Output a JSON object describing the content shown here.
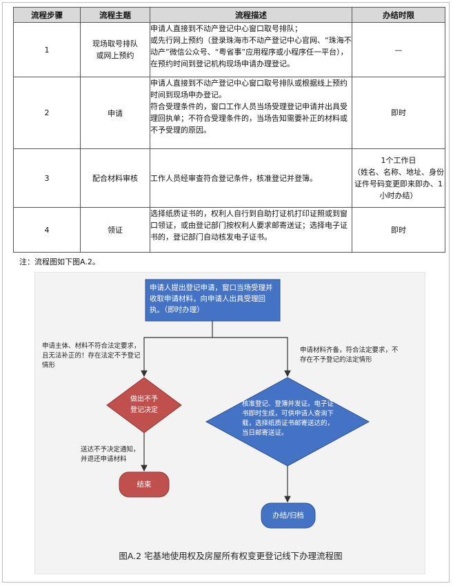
{
  "table": {
    "headers": [
      "流程步骤",
      "流程主题",
      "流程描述",
      "办结时限"
    ],
    "rows": [
      {
        "step": "1",
        "topic": "现场取号排队\n或网上预约",
        "desc": [
          "申请人直接到不动产登记中心窗口取号排队；",
          "或先行网上预约（登录珠海市不动产登记中心官网、“珠海不动产”微信公众号、“粤省事”应用程序或小程序任一平台），在预约时间到登记机构现场申请办理登记。"
        ],
        "time": "—"
      },
      {
        "step": "2",
        "topic": "申请",
        "desc": [
          "申请人直接到不动产登记中心窗口取号排队或根据线上预约时间到现场申办登记。",
          "符合受理条件的，窗口工作人员当场受理登记申请并出具受理回执单；不符合受理条件的，当场告知需要补正的材料或不予受理的原因。"
        ],
        "time": "即时"
      },
      {
        "step": "3",
        "topic": "配合材料审核",
        "desc": [
          "工作人员经审查符合登记条件，核准登记并登簿。"
        ],
        "time": "1个工作日\n（姓名、名称、地址、身份证件号码变更即来即办、1小时办结）"
      },
      {
        "step": "4",
        "topic": "领证",
        "desc": [
          "选择纸质证书的，权利人自行到自助打证机打印证照或到窗口领证，或由登记部门按权利人要求邮寄送证；选择电子证书的，登记部门自动核发电子证书。"
        ],
        "time": "即时"
      }
    ]
  },
  "note": "注：流程图如下图A.2。",
  "flowchart": {
    "start_box": "申请人提出登记申请，窗口当场受理并收取申请材料，向申请人出具受理回执。（即时办理）",
    "left_condition": "申请主体、材料不符合法定要求，且无法补正的！存在法定不予登记情形",
    "right_condition": "申请材料齐备，符合法定要求，不存在不予登记的法定情形",
    "reject_diamond": "做出不予登记决定",
    "approve_diamond": "核准登记、登簿并发证。电子证书即时生成，可供申请人查询下载，选择纸质证书邮寄送达的，当日邮寄送证。",
    "reject_note": "送达不予决定通知，并退还申请材料",
    "end_node": "结束",
    "finish_node": "办结/归档",
    "caption": "图A.2 宅基地使用权及房屋所有权变更登记线下办理流程图"
  },
  "colors": {
    "box_blue": "#4472c4",
    "diamond_red": "#c0504d",
    "border_green": "#a9d18e",
    "header_gray": "#d9d9d9",
    "flow_bg": "#f3f3f3"
  }
}
